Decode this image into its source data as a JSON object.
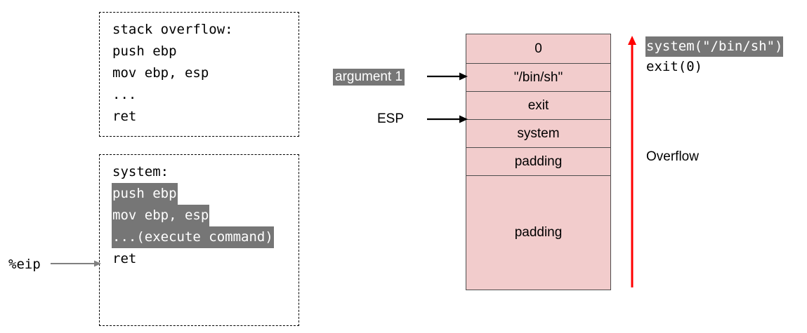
{
  "code_box_1": {
    "name": "stack-overflow-function",
    "lines": [
      {
        "text": "stack overflow:",
        "highlighted": false
      },
      {
        "text": "push ebp",
        "highlighted": false
      },
      {
        "text": "mov ebp, esp",
        "highlighted": false
      },
      {
        "text": "...",
        "highlighted": false
      },
      {
        "text": "ret",
        "highlighted": false
      }
    ]
  },
  "code_box_2": {
    "name": "system-function",
    "lines": [
      {
        "text": "system:",
        "highlighted": false
      },
      {
        "text": "push ebp",
        "highlighted": true
      },
      {
        "text": "mov ebp, esp",
        "highlighted": true
      },
      {
        "text": "...(execute command)",
        "highlighted": true
      },
      {
        "text": "ret",
        "highlighted": false
      }
    ]
  },
  "eip": {
    "label": "%eip"
  },
  "stack": {
    "cells": [
      {
        "label": "0",
        "height": 42
      },
      {
        "label": "\"/bin/sh\"",
        "height": 40
      },
      {
        "label": "exit",
        "height": 40
      },
      {
        "label": "system",
        "height": 40
      },
      {
        "label": "padding",
        "height": 40
      },
      {
        "label": "padding",
        "height": 162
      }
    ],
    "fill_color": "#f2cccc",
    "border_color": "#4d4d4d"
  },
  "pointers": [
    {
      "label": "argument 1",
      "highlighted": true,
      "target_cell": "\"/bin/sh\""
    },
    {
      "label": "ESP",
      "highlighted": false,
      "target_cell": "system"
    }
  ],
  "overflow": {
    "label": "Overflow",
    "arrow_color": "#ff0000",
    "direction": "up"
  },
  "right_annotations": {
    "lines": [
      {
        "text": "system(\"/bin/sh\")",
        "highlighted": true
      },
      {
        "text": "exit(0)",
        "highlighted": false
      }
    ]
  },
  "colors": {
    "highlight_background": "#767676",
    "highlight_text": "#ffffff",
    "stack_fill": "#f2cccc",
    "stack_border": "#4d4d4d",
    "overflow_arrow": "#ff0000",
    "eip_arrow": "#808080",
    "pointer_arrow": "#000000"
  }
}
